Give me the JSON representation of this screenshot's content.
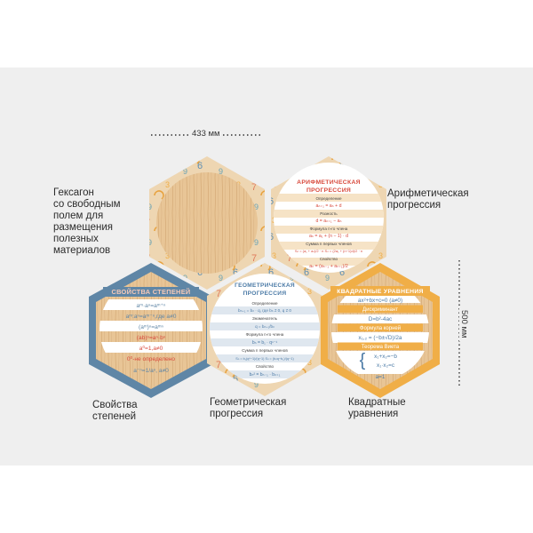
{
  "dimensions": {
    "width_label": "433 мм",
    "height_label": "500 мм"
  },
  "captions": {
    "blank": "Гексагон\nсо свободным\nполем для\nразмещения\nполезных\nматериалов",
    "arithmetic": "Арифметическая\nпрогрессия",
    "powers": "Свойства\nстепеней",
    "geometric": "Геометрическая\nпрогрессия",
    "quadratic": "Квадратные\nуравнения"
  },
  "posters": {
    "arithmetic": {
      "title": [
        "АРИФМЕТИЧЕСКАЯ",
        "ПРОГРЕССИЯ"
      ],
      "rows": [
        {
          "label": "Определение",
          "formula": "aₙ₊₁ = aₙ + d"
        },
        {
          "label": "Разность",
          "formula": "d = aₙ₊₁ − aₙ"
        },
        {
          "label": "Формула n-го члена",
          "formula": "aₙ = a₁ + (n − 1) · d"
        },
        {
          "label": "Сумма n первых членов",
          "formula": "Sₙ = (a₁ + aₙ)/2 · n    Sₙ = (2a₁ + (n−1)d)/2 · n"
        },
        {
          "label": "Свойство",
          "formula": "aₙ = (aₙ₋₁ + aₙ₊₁)/2"
        }
      ]
    },
    "powers": {
      "title": "СВОЙСТВА СТЕПЕНЕЙ",
      "rows": [
        "aᵐ·aⁿ=aᵐ⁺ⁿ",
        "aᵐ:aⁿ=aᵐ⁻ⁿ,где a≠0",
        "(aᵐ)ⁿ=aᵐⁿ",
        "(ab)ⁿ=aⁿ·bⁿ",
        "a⁰=1,a≠0",
        "0⁰-не определено",
        "a⁻ⁿ=1/aⁿ, a≠0"
      ]
    },
    "geometric": {
      "title": [
        "ГЕОМЕТРИЧЕСКАЯ",
        "ПРОГРЕССИЯ"
      ],
      "rows": [
        {
          "label": "Определение",
          "formula": "bₙ₊₁ = bₙ · q, где bₙ ≠ 0, q ≠ 0"
        },
        {
          "label": "Знаменатель",
          "formula": "q = bₙ₊₁/bₙ"
        },
        {
          "label": "Формула n-го члена",
          "formula": "bₙ = b₁ · qⁿ⁻¹"
        },
        {
          "label": "Сумма n первых членов",
          "formula": "Sₙ = b₁(qⁿ−1)/(q−1)    Sₙ = (bₙq−b₁)/(q−1)"
        },
        {
          "label": "Свойство",
          "formula": "bₙ² = bₙ₋₁ · bₙ₊₁"
        }
      ]
    },
    "quadratic": {
      "title": "КВАДРАТНЫЕ УРАВНЕНИЯ",
      "rows": [
        {
          "text": "ax²+bx+c=0 (a≠0)",
          "kind": "formula"
        },
        {
          "text": "Дискриминант",
          "kind": "label"
        },
        {
          "text": "D=b²-4ac",
          "kind": "formula"
        },
        {
          "text": "Формула корней",
          "kind": "label"
        },
        {
          "text": "x₁,₂ = (−b±√D)/2a",
          "kind": "formula"
        },
        {
          "text": "Теорема Виета",
          "kind": "label"
        },
        {
          "text": "x₁+x₂=−b",
          "kind": "formula"
        },
        {
          "text": "x₁·x₂=c",
          "kind": "formula"
        },
        {
          "text": "a=1",
          "kind": "formula"
        }
      ]
    }
  },
  "colors": {
    "wood": "#e9c79a",
    "wood_grain": "#d9b283",
    "blue_frame": "#5f86a6",
    "orange_frame": "#f0ae47",
    "red_text": "#d8493c",
    "blue_text": "#4b7aa6",
    "orange_text": "#e29a33",
    "stripe": "#f6e3c6"
  }
}
